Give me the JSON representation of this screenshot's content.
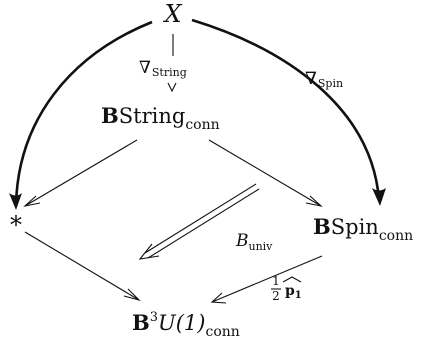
{
  "nodes": {
    "X": {
      "main": "X"
    },
    "bstring": {
      "bold": "B",
      "main": "String",
      "sub": "conn"
    },
    "star": {
      "main": "*"
    },
    "bspin": {
      "bold": "B",
      "main": "Spin",
      "sub": "conn"
    },
    "b3u1": {
      "bold": "B",
      "sup": "3",
      "main": "U(1)",
      "sub": "conn"
    }
  },
  "labels": {
    "nabla_string": {
      "symbol": "∇",
      "sub": "String"
    },
    "nabla_spin": {
      "symbol": "∇",
      "sub": "Spin"
    },
    "b_univ": {
      "main": "B",
      "sub": "univ"
    },
    "half_p1": {
      "num": "1",
      "den": "2",
      "main": "p",
      "sub": "1"
    }
  }
}
